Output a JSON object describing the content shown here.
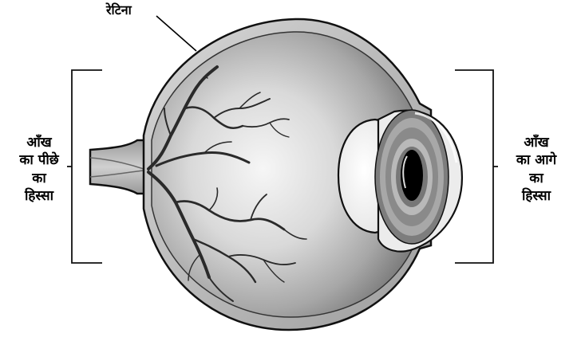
{
  "labels": {
    "retina": "रेटिना",
    "back_of_eye": [
      "आँख",
      "का पीछे",
      "का",
      "हिस्सा"
    ],
    "front_of_eye": [
      "आँख",
      "का आगे",
      "का",
      "हिस्सा"
    ]
  }
}
